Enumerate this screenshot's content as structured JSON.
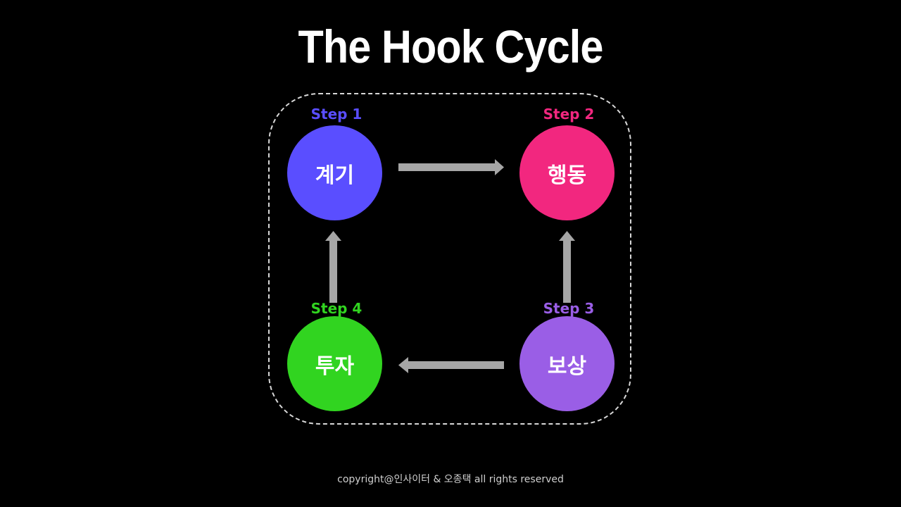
{
  "title": "The Hook Cycle",
  "steps": [
    {
      "label": "Step 1",
      "name": "계기",
      "color": "#5a4eff"
    },
    {
      "label": "Step 2",
      "name": "행동",
      "color": "#f2277f"
    },
    {
      "label": "Step 3",
      "name": "보상",
      "color": "#9a5ee6"
    },
    {
      "label": "Step 4",
      "name": "투자",
      "color": "#31d420"
    }
  ],
  "arrow_color": "#a6a6a6",
  "footer": "copyright@인사이터 & 오종택 all rights reserved"
}
